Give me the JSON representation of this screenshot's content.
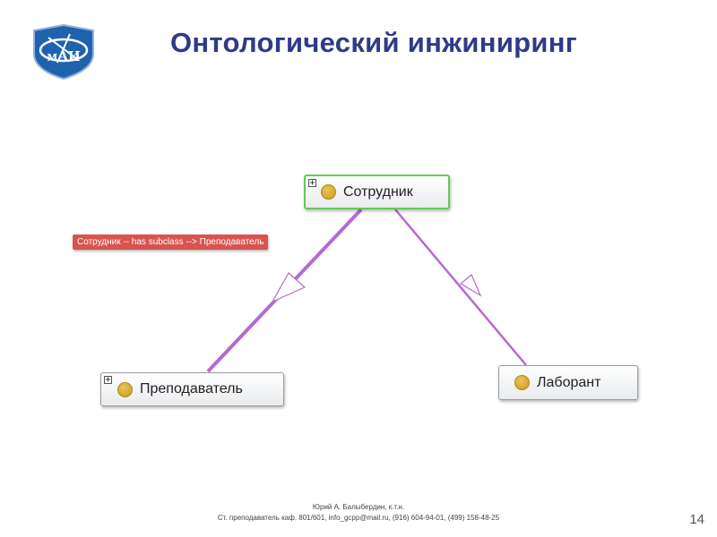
{
  "slide": {
    "title": "Онтологический инжиниринг",
    "page_number": "14"
  },
  "logo": {
    "text": "мАИ",
    "colors": {
      "shield": "#1f63ad",
      "ring": "#ffffff"
    }
  },
  "diagram": {
    "nodes": {
      "root": {
        "label": "Сотрудник",
        "expandable": true,
        "selected": true
      },
      "teacher": {
        "label": "Преподаватель",
        "expandable": true
      },
      "lab": {
        "label": "Лаборант",
        "expandable": false
      }
    },
    "tooltip": "Сотрудник -- has subclass --> Преподаватель",
    "colors": {
      "edge": "#b56ad0",
      "selected_border": "#61cc53",
      "tooltip_bg": "#d9534f",
      "class_dot": "#d4a828"
    }
  },
  "footer": {
    "line1": "Юрий А. Балыбердин, к.т.н.",
    "line2": "Ст. преподаватель каф. 801/601, info_gcpp@mail.ru, (916) 604-94-01, (499) 158-48-25"
  }
}
